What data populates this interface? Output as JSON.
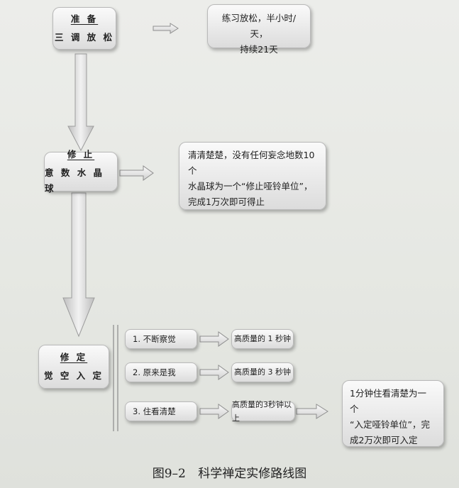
{
  "stages": [
    {
      "title": "准 备",
      "subtitle": "三 调 放 松"
    },
    {
      "title": "修 止",
      "subtitle": "意 数 水 晶 球"
    },
    {
      "title": "修 定",
      "subtitle": "觉 空 入 定"
    }
  ],
  "notes": {
    "stage1": [
      "练习放松，半小时/天，",
      "持续21天"
    ],
    "stage2": [
      "清清楚楚，没有任何妄念地数10个",
      "水晶球为一个“修止哑铃单位”，",
      "完成1万次即可得止"
    ],
    "final": [
      "1分钟住看清楚为一个",
      "“入定哑铃单位”，完",
      "成2万次即可入定"
    ]
  },
  "steps": [
    {
      "label": "1.  不断察觉",
      "result": "高质量的 1 秒钟"
    },
    {
      "label": "2.  原来是我",
      "result": "高质量的  3 秒钟"
    },
    {
      "label": "3.  住看清楚",
      "result": "高质量的3秒钟以上"
    }
  ],
  "caption": {
    "figure": "图9–2",
    "title": "科学禅定实修路线图"
  }
}
